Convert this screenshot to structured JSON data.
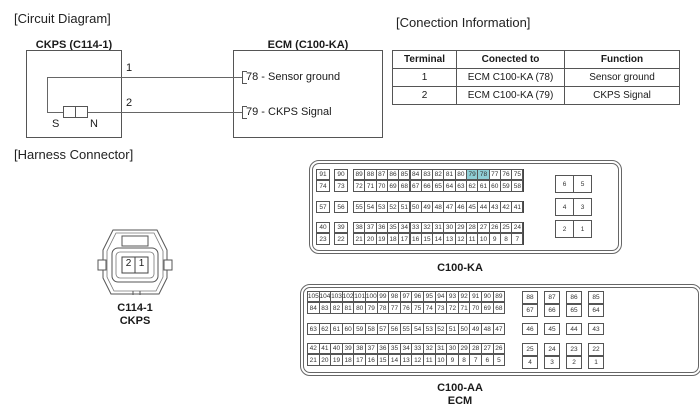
{
  "circuit": {
    "section_title": "[Circuit Diagram]",
    "ckps_label": "CKPS (C114-1)",
    "ecm_label": "ECM (C100-KA)",
    "wire1_number": "1",
    "wire2_number": "2",
    "pin78_label": "78 - Sensor ground",
    "pin79_label": "79 - CKPS Signal",
    "sensor_s": "S",
    "sensor_n": "N"
  },
  "connection": {
    "section_title": "[Conection Information]",
    "headers": [
      "Terminal",
      "Conected to",
      "Function"
    ],
    "rows": [
      [
        "1",
        "ECM C100-KA (78)",
        "Sensor ground"
      ],
      [
        "2",
        "ECM C100-KA (79)",
        "CKPS Signal"
      ]
    ]
  },
  "harness": {
    "section_title": "[Harness Connector]",
    "ckps_connector": {
      "pins": [
        "2",
        "1"
      ],
      "label_line1": "C114-1",
      "label_line2": "CKPS"
    },
    "ka_connector": {
      "label": "C100-KA",
      "highlighted_pins": [
        "79",
        "78"
      ],
      "highlight_color": "#8fcfd6",
      "block_a": [
        [
          "91",
          "74"
        ],
        [
          "90",
          "73"
        ]
      ],
      "row1_top": [
        "89",
        "88",
        "87",
        "86",
        "85",
        "84",
        "83",
        "82",
        "81",
        "80",
        "79",
        "78",
        "77",
        "76",
        "75"
      ],
      "row1_bottom": [
        "72",
        "71",
        "70",
        "69",
        "68",
        "67",
        "66",
        "65",
        "64",
        "63",
        "62",
        "61",
        "60",
        "59",
        "58"
      ],
      "row2_left": [
        "57",
        "56"
      ],
      "row2": [
        "55",
        "54",
        "53",
        "52",
        "51",
        "50",
        "49",
        "48",
        "47",
        "46",
        "45",
        "44",
        "43",
        "42",
        "41"
      ],
      "block_c": [
        [
          "40",
          "23"
        ],
        [
          "39",
          "22"
        ]
      ],
      "row3_top": [
        "38",
        "37",
        "36",
        "35",
        "34",
        "33",
        "32",
        "31",
        "30",
        "29",
        "28",
        "27",
        "26",
        "25",
        "24"
      ],
      "row3_bottom": [
        "21",
        "20",
        "19",
        "18",
        "17",
        "16",
        "15",
        "14",
        "13",
        "12",
        "11",
        "10",
        "9",
        "8",
        "7"
      ],
      "side": [
        [
          "6",
          "5"
        ],
        [
          "4",
          "3"
        ],
        [
          "2",
          "1"
        ]
      ]
    },
    "aa_connector": {
      "label_line1": "C100-AA",
      "label_line2": "ECM",
      "row1_top": [
        "105",
        "104",
        "103",
        "102",
        "101",
        "100",
        "99",
        "98",
        "97",
        "96",
        "95",
        "94",
        "93",
        "92",
        "91",
        "90",
        "89"
      ],
      "row1_bottom": [
        "84",
        "83",
        "82",
        "81",
        "80",
        "79",
        "78",
        "77",
        "76",
        "75",
        "74",
        "73",
        "72",
        "71",
        "70",
        "69",
        "68"
      ],
      "row1_side_top": [
        "88",
        "87",
        "86",
        "85"
      ],
      "row1_side_bottom": [
        "67",
        "66",
        "65",
        "64"
      ],
      "row2": [
        "63",
        "62",
        "61",
        "60",
        "59",
        "58",
        "57",
        "56",
        "55",
        "54",
        "53",
        "52",
        "51",
        "50",
        "49",
        "48",
        "47"
      ],
      "row2_side": [
        "46",
        "45",
        "44",
        "43"
      ],
      "row3_top": [
        "42",
        "41",
        "40",
        "39",
        "38",
        "37",
        "36",
        "35",
        "34",
        "33",
        "32",
        "31",
        "30",
        "29",
        "28",
        "27",
        "26"
      ],
      "row3_bottom": [
        "21",
        "20",
        "19",
        "18",
        "17",
        "16",
        "15",
        "14",
        "13",
        "12",
        "11",
        "10",
        "9",
        "8",
        "7",
        "6",
        "5"
      ],
      "row3_side_top": [
        "25",
        "24",
        "23",
        "22"
      ],
      "row3_side_bottom": [
        "4",
        "3",
        "2",
        "1"
      ]
    }
  }
}
